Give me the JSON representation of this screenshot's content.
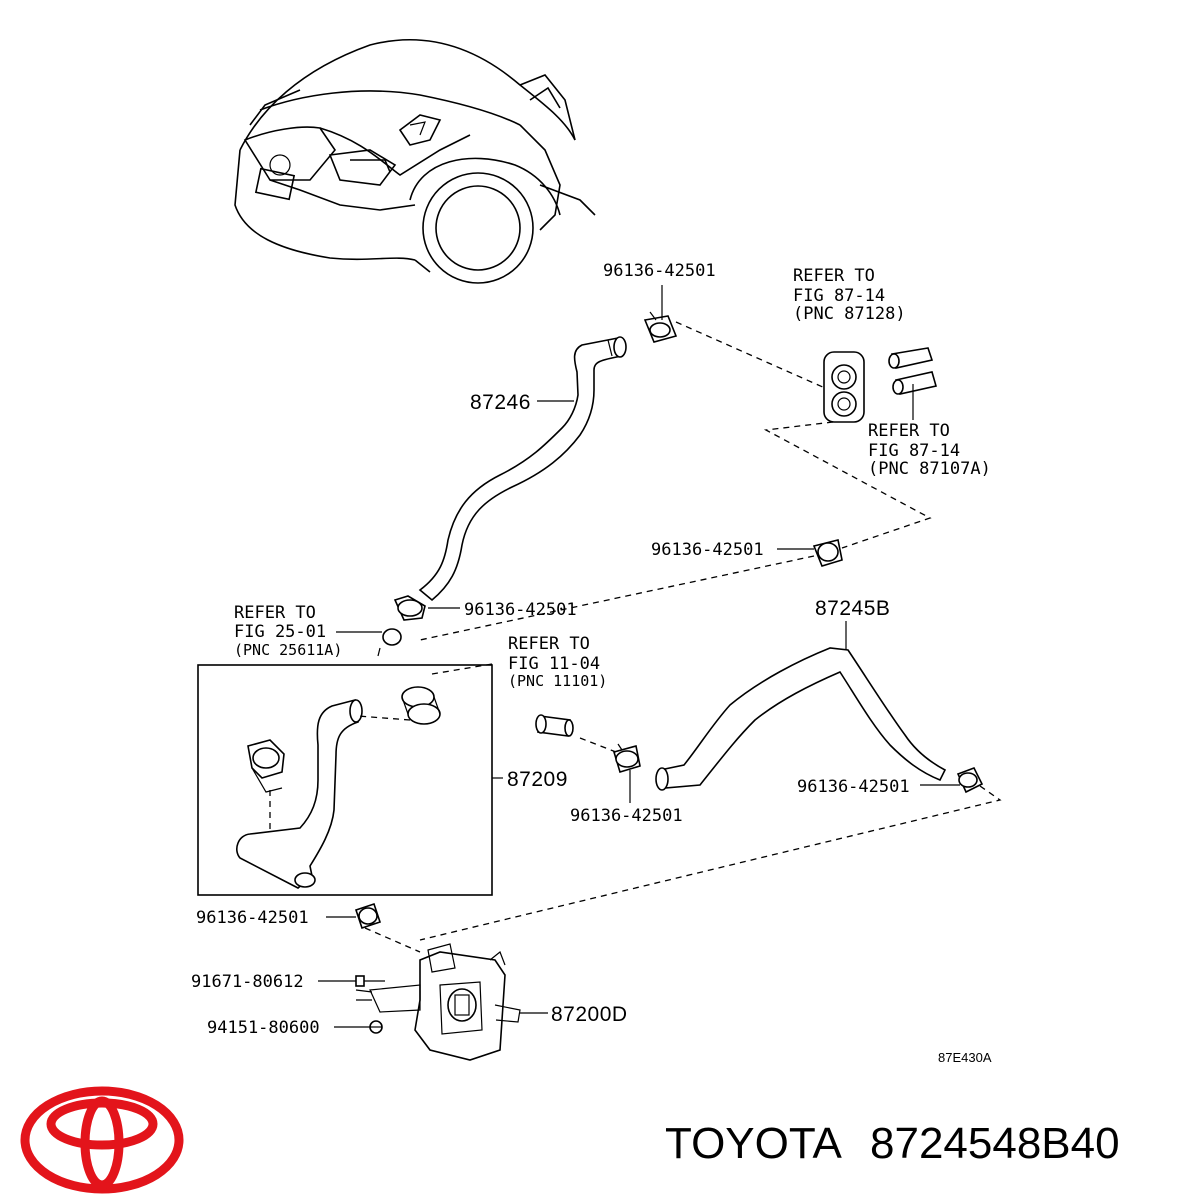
{
  "callouts": {
    "clamp_top": "96136-42501",
    "hose_87246": "87246",
    "clamp_mid_right": "96136-42501",
    "clamp_mid_left": "96136-42501",
    "hose_87245b": "87245B",
    "box_87209": "87209",
    "clamp_87245b_end": "96136-42501",
    "clamp_lower_mid": "96136-42501",
    "clamp_lower_left": "96136-42501",
    "bolt": "91671-80612",
    "nut": "94151-80600",
    "valve_87200d": "87200D"
  },
  "refs": {
    "ref_87128": [
      "REFER TO",
      "FIG 87-14",
      "(PNC 87128)"
    ],
    "ref_87107a": [
      "REFER TO",
      "FIG 87-14",
      "(PNC 87107A)"
    ],
    "ref_25611a": [
      "REFER TO",
      "FIG 25-01",
      "(PNC 25611A)"
    ],
    "ref_11101": [
      "REFER TO",
      "FIG 11-04",
      "(PNC 11101)"
    ]
  },
  "diagram_code": "87E430A",
  "footer": {
    "brand": "TOYOTA",
    "part_number": "8724548B40"
  },
  "colors": {
    "logo_red": "#e3141b",
    "line": "#000000"
  },
  "icons": {
    "logo": "toyota-logo-icon"
  }
}
